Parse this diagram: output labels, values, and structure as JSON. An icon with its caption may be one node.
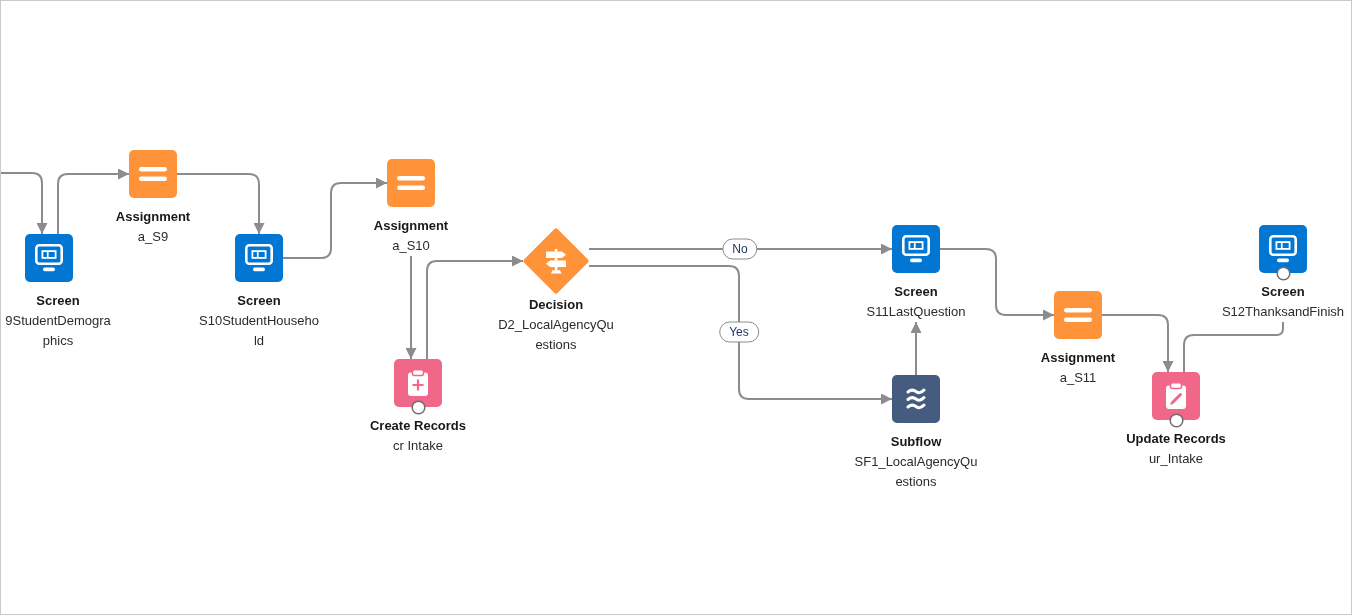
{
  "diagram": {
    "nodes": [
      {
        "text": [
          "Screen",
          "9StudentDemographics"
        ]
      },
      {
        "text": [
          "Assignment",
          "a_S9"
        ]
      },
      {
        "text": [
          "Screen",
          "S10StudentHousehold"
        ]
      },
      {
        "text": [
          "Assignment",
          "a_S10"
        ]
      },
      {
        "text": [
          "Create Records",
          "cr Intake"
        ]
      },
      {
        "text": [
          "Decision",
          "D2_LocalAgencyQuestions"
        ]
      },
      {
        "text": [
          "Screen",
          "S11LastQuestion"
        ]
      },
      {
        "text": [
          "Subflow",
          "SF1_LocalAgencyQuestions"
        ]
      },
      {
        "text": [
          "Assignment",
          "a_S11"
        ]
      },
      {
        "text": [
          "Update Records",
          "ur_Intake"
        ]
      },
      {
        "text": [
          "Screen",
          "S12ThanksandFinish"
        ]
      }
    ],
    "edges": [
      {
        "from": null,
        "to": 0,
        "arrow": "to"
      },
      {
        "from": 0,
        "to": 1,
        "arrow": "to"
      },
      {
        "from": 1,
        "to": 2,
        "arrow": "to"
      },
      {
        "from": 2,
        "to": 3,
        "arrow": "to"
      },
      {
        "from": 3,
        "to": 4,
        "arrow": "to"
      },
      {
        "from": 4,
        "to": 5,
        "arrow": "to"
      },
      {
        "from": 5,
        "to": 6,
        "label": "No",
        "arrow": "to"
      },
      {
        "from": 5,
        "to": 7,
        "label": "Yes",
        "arrow": "to"
      },
      {
        "from": 7,
        "to": 6,
        "arrow": "to"
      },
      {
        "from": 6,
        "to": 8,
        "arrow": "to"
      },
      {
        "from": 8,
        "to": 9,
        "arrow": "to"
      },
      {
        "from": 9,
        "to": 10,
        "arrow": "none"
      }
    ]
  }
}
